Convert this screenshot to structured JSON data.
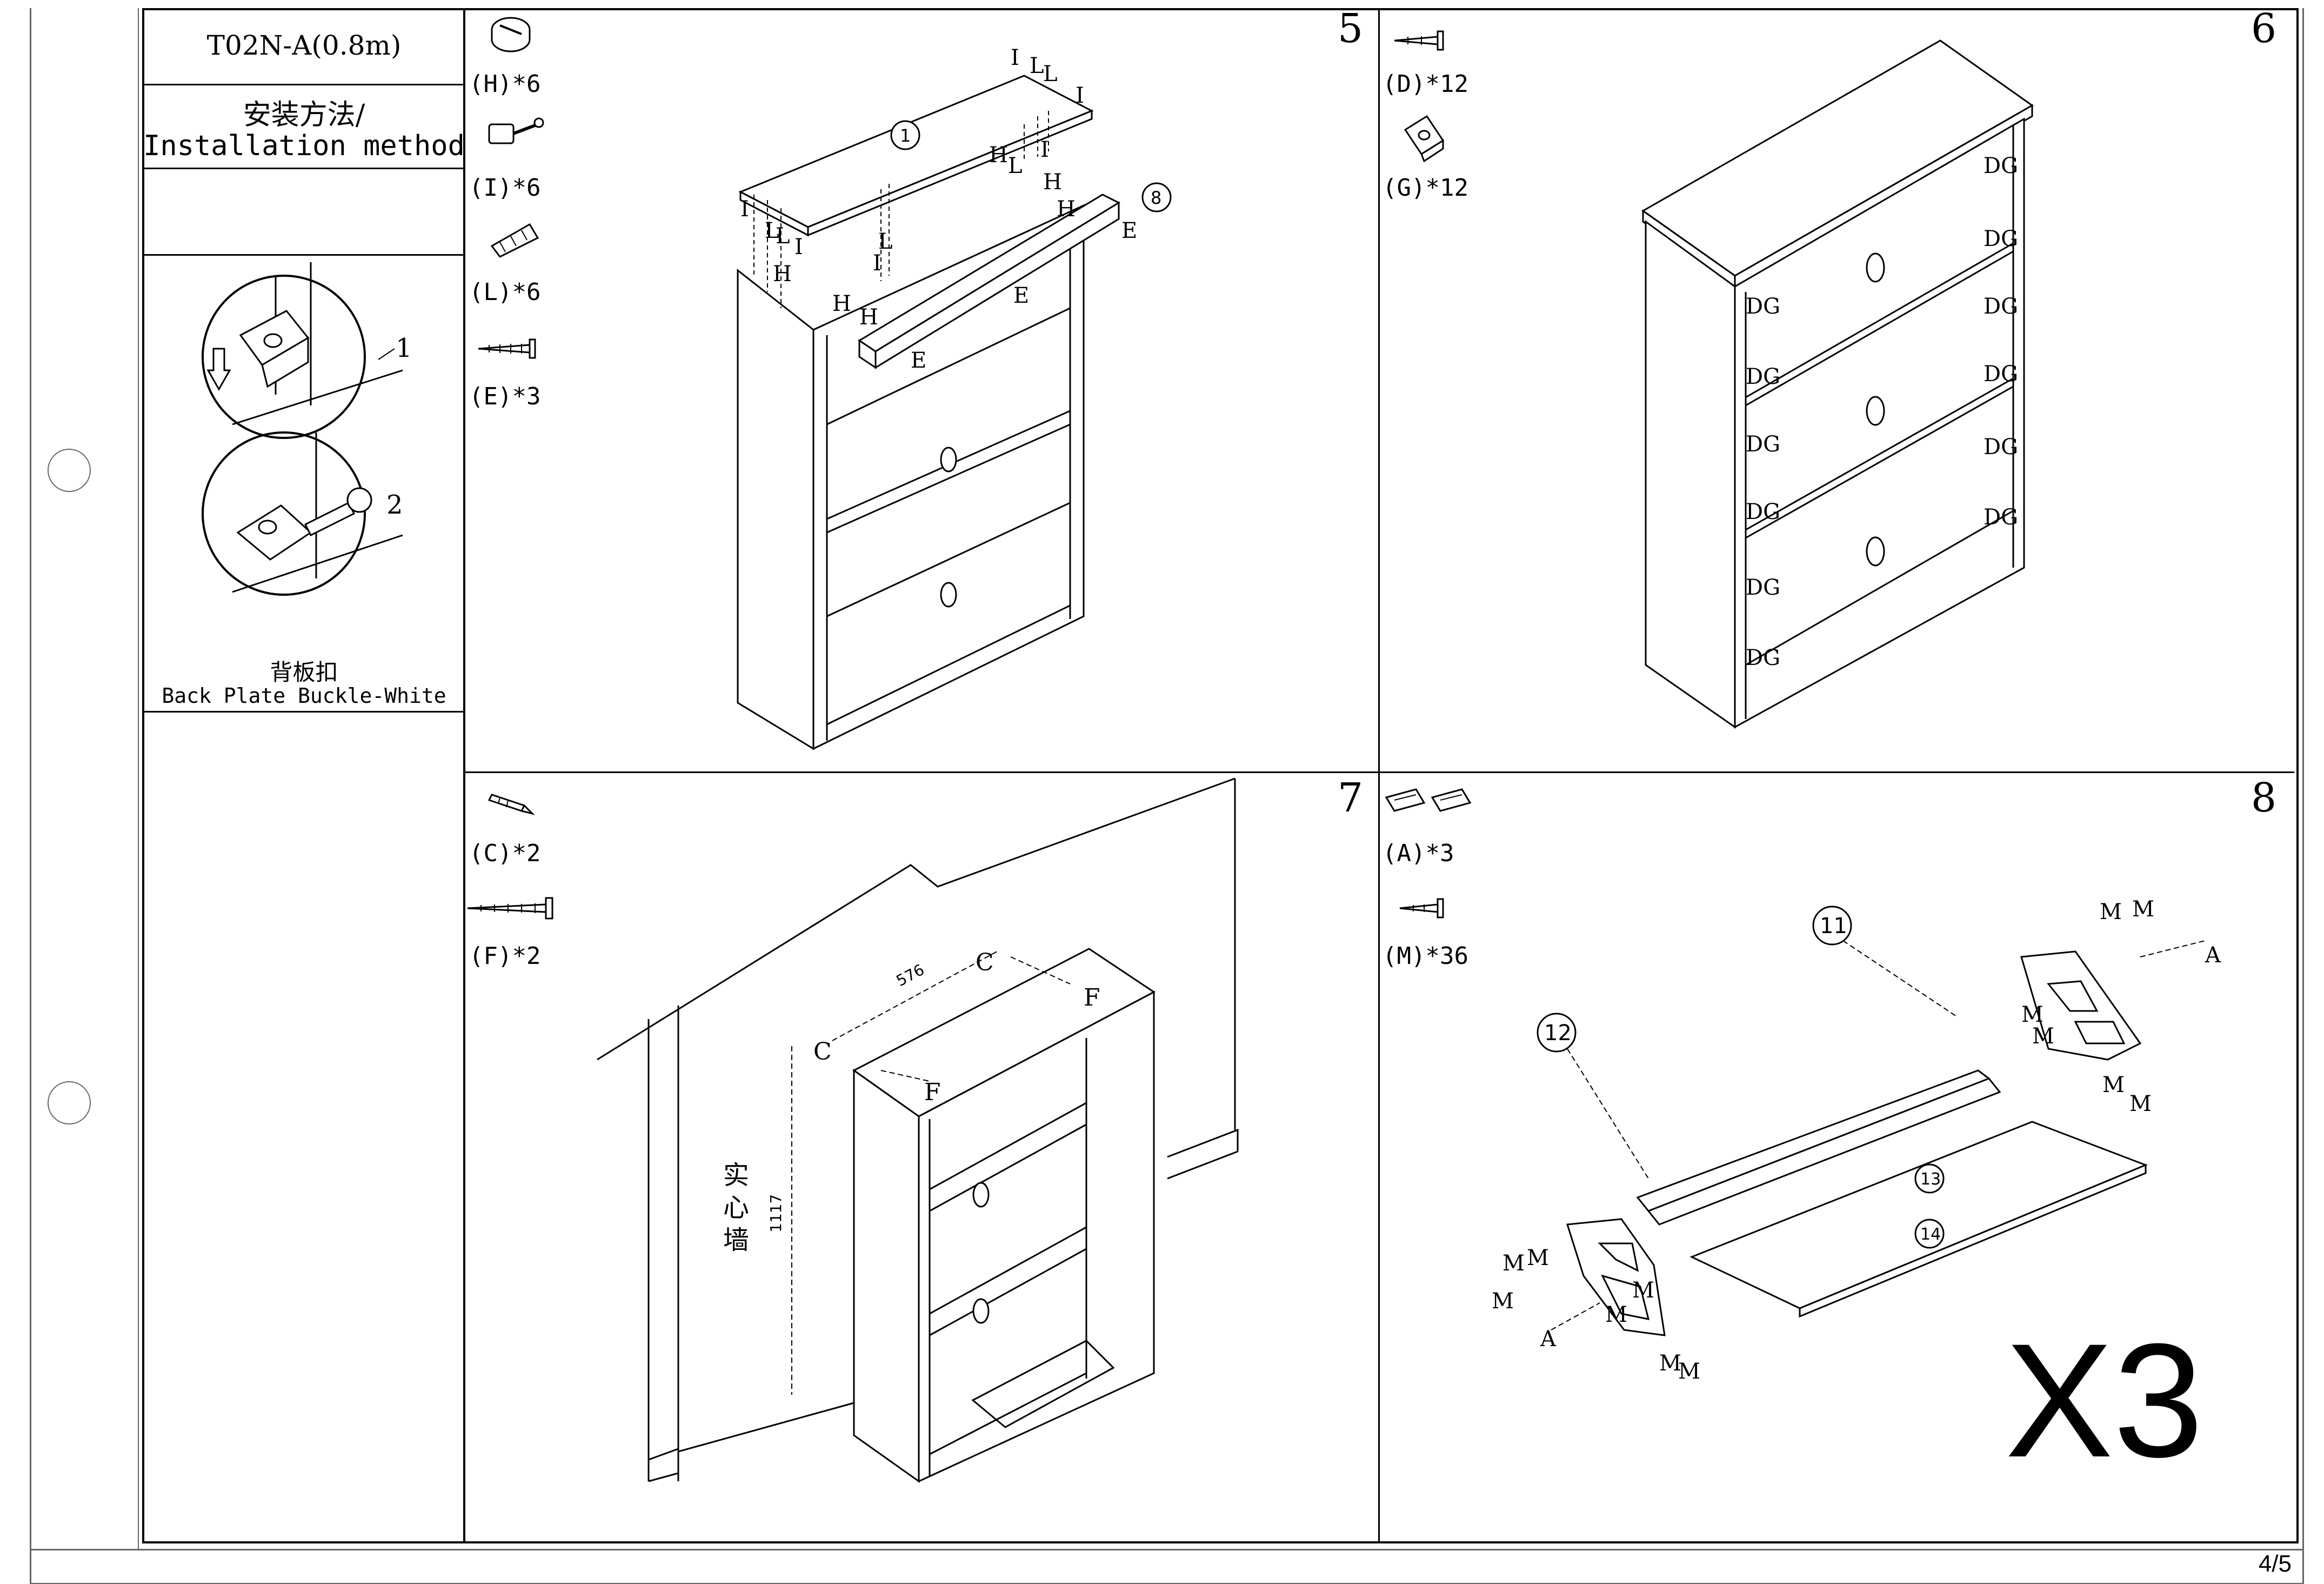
{
  "sidebar": {
    "model": "T02N-A(0.8m)",
    "method_cn": "安装方法/",
    "method_en": "Installation method",
    "buckle_cn": "背板扣",
    "buckle_en": "Back Plate Buckle-White",
    "callout_1": "1",
    "callout_2": "2"
  },
  "step5": {
    "number": "5",
    "parts": [
      {
        "icon": "cam-lock-icon",
        "label": "(H)*6"
      },
      {
        "icon": "cam-bolt-icon",
        "label": "(I)*6"
      },
      {
        "icon": "wood-dowel-icon",
        "label": "(L)*6"
      },
      {
        "icon": "screw-icon",
        "label": "(E)*3"
      }
    ],
    "panel_ids": [
      "1",
      "8"
    ],
    "letters": [
      "I",
      "L",
      "L",
      "I",
      "H",
      "L",
      "I",
      "H",
      "H",
      "I",
      "L",
      "L",
      "I",
      "I",
      "H",
      "H",
      "H",
      "E",
      "E",
      "E"
    ]
  },
  "step6": {
    "number": "6",
    "parts": [
      {
        "icon": "short-screw-icon",
        "label": "(D)*12"
      },
      {
        "icon": "corner-bracket-icon",
        "label": "(G)*12"
      }
    ],
    "letters": [
      "DG",
      "DG",
      "DG",
      "DG",
      "DG",
      "DG",
      "DG",
      "DG",
      "DG",
      "DG",
      "DG",
      "DG"
    ]
  },
  "step7": {
    "number": "7",
    "parts": [
      {
        "icon": "wall-anchor-icon",
        "label": "(C)*2"
      },
      {
        "icon": "long-screw-icon",
        "label": "(F)*2"
      }
    ],
    "dimension_width": "576",
    "dimension_height": "1117",
    "wall_label": [
      "实",
      "心",
      "墙"
    ],
    "letters": [
      "C",
      "F",
      "C",
      "F"
    ]
  },
  "step8": {
    "number": "8",
    "parts": [
      {
        "icon": "hinge-bracket-icon",
        "label": "(A)*3"
      },
      {
        "icon": "small-screw-icon",
        "label": "(M)*36"
      }
    ],
    "panel_ids": [
      "11",
      "12",
      "13",
      "14"
    ],
    "repeat": "X3",
    "letters": [
      "M",
      "M",
      "A",
      "M",
      "M",
      "M",
      "M",
      "M",
      "M",
      "M",
      "M",
      "A",
      "M",
      "M",
      "M"
    ]
  },
  "page": "4/5"
}
